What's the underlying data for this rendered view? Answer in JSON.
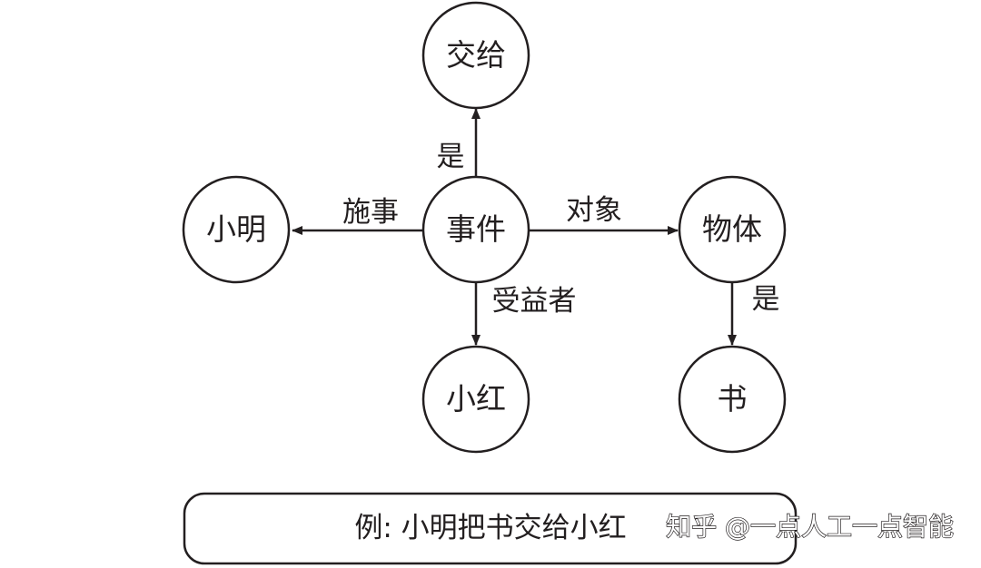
{
  "nodes": {
    "event": "事件",
    "give": "交给",
    "xiaoming": "小明",
    "object": "物体",
    "xiaohong": "小红",
    "book": "书"
  },
  "edges": {
    "is_top": "是",
    "agent": "施事",
    "patient": "对象",
    "beneficiary": "受益者",
    "is_right": "是"
  },
  "caption": "例: 小明把书交给小红",
  "watermark": "知乎 @一点人工一点智能",
  "colors": {
    "stroke": "#231f20",
    "background": "#ffffff"
  }
}
